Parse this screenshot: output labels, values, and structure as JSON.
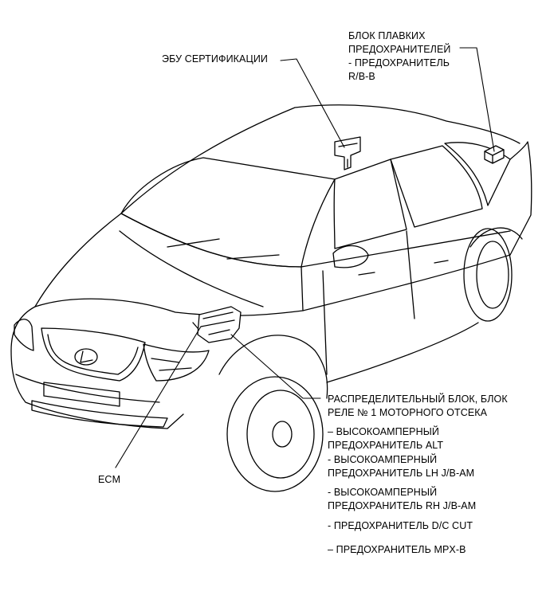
{
  "labels": {
    "cert_ecu": "ЭБУ СЕРТИФИКАЦИИ",
    "fuse_block": {
      "line1": "БЛОК ПЛАВКИХ",
      "line2": "ПРЕДОХРАНИТЕЛЕЙ",
      "line3": "- ПРЕДОХРАНИТЕЛЬ",
      "line4": "R/B-B"
    },
    "ecm": "ECM",
    "relay_block": {
      "line1": "РАСПРЕДЕЛИТЕЛЬНЫЙ БЛОК, БЛОК",
      "line2": "РЕЛЕ № 1 МОТОРНОГО ОТСЕКА"
    },
    "fuses": [
      {
        "line1": "– ВЫСОКОАМПЕРНЫЙ",
        "line2": "ПРЕДОХРАНИТЕЛЬ ALT"
      },
      {
        "line1": "- ВЫСОКОАМПЕРНЫЙ",
        "line2": "ПРЕДОХРАНИТЕЛЬ LH J/B-AM"
      },
      {
        "line1": "- ВЫСОКОАМПЕРНЫЙ",
        "line2": "ПРЕДОХРАНИТЕЛЬ RH J/B-AM"
      },
      {
        "line1": "- ПРЕДОХРАНИТЕЛЬ D/C CUT",
        "line2": ""
      },
      {
        "line1": "– ПРЕДОХРАНИТЕЛЬ MPX-B",
        "line2": ""
      }
    ]
  },
  "colors": {
    "ink": "#000000",
    "background": "#ffffff"
  }
}
